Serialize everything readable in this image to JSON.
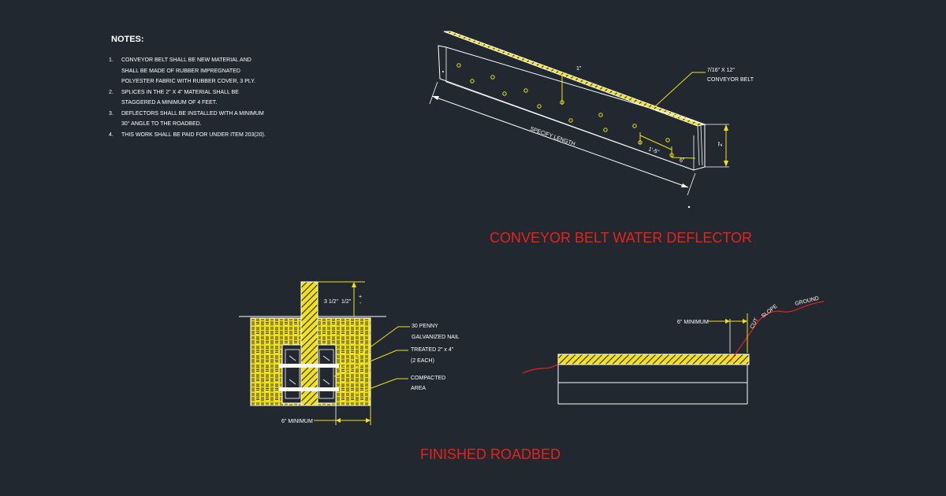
{
  "notes": {
    "title": "NOTES:",
    "items": [
      {
        "num": "1.",
        "lines": [
          "CONVEYOR BELT SHALL BE NEW MATERIAL AND",
          "SHALL BE MADE OF RUBBER IMPREGNATED",
          "POLYESTER FABRIC WITH RUBBER COVER, 3 PLY."
        ]
      },
      {
        "num": "2.",
        "lines": [
          "SPLICES IN THE 2\" X 4\" MATERIAL SHALL BE",
          "STAGGERED A MINIMUM OF 4 FEET."
        ]
      },
      {
        "num": "3.",
        "lines": [
          "DEFLECTORS SHALL BE INSTALLED WITH A MINIMUM",
          "30° ANGLE TO THE ROADBED."
        ]
      },
      {
        "num": "4.",
        "lines": [
          "THIS WORK SHALL BE PAID FOR UNDER ITEM 203(20)."
        ]
      }
    ]
  },
  "deflector": {
    "title": "CONVEYOR BELT WATER DEFLECTOR",
    "dim_top": "1\"",
    "belt_label_1": "7/16\" X 12\"",
    "belt_label_2": "CONVEYOR BELT",
    "length_label": "SPECIFY LENGTH",
    "spacing_label": "1'-5\"",
    "edge_label": "6\"",
    "height_label": "2\""
  },
  "roadbed": {
    "title": "FINISHED ROADBED",
    "dim_exposed": "3 1/2\"",
    "dim_tol": "1/2\"",
    "tol_plus": "+",
    "tol_minus": "-",
    "nail_1": "30 PENNY",
    "nail_2": "GALVANIZED NAIL",
    "lumber_1": "TREATED 2\" x 4\"",
    "lumber_2": "(2 EACH)",
    "compacted_1": "COMPACTED",
    "compacted_2": "AREA",
    "min_bottom": "6\" MINIMUM",
    "min_top": "6\" MINIMUM",
    "cut": "CUT",
    "slope": "SLOPE",
    "ground": "GROUND"
  },
  "colors": {
    "background": "#212830",
    "linework": "#ffffff",
    "yellow": "#f2e11a",
    "red": "#e8211b"
  }
}
